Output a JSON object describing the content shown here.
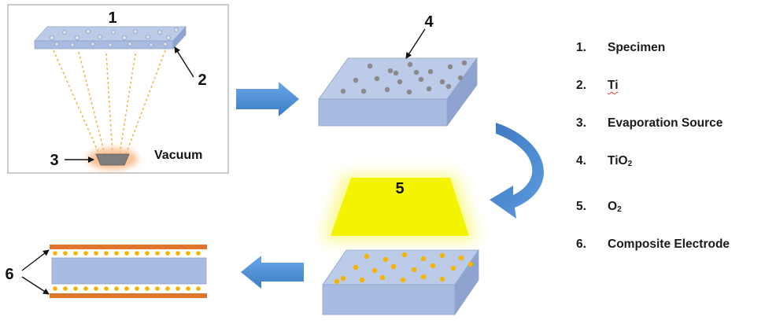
{
  "diagram": {
    "labels": {
      "n1": "1",
      "n2": "2",
      "n3": "3",
      "n4": "4",
      "n5": "5",
      "n6": "6",
      "vacuum": "Vacuum"
    }
  },
  "legend": {
    "items": [
      {
        "number": "1.",
        "text": "Specimen",
        "sub": ""
      },
      {
        "number": "2.",
        "text": "Ti",
        "sub": ""
      },
      {
        "number": "3.",
        "text": "Evaporation Source",
        "sub": ""
      },
      {
        "number": "4.",
        "text": "TiO",
        "sub": "2"
      },
      {
        "number": "5.",
        "text": "O",
        "sub": "2"
      },
      {
        "number": "6.",
        "text": "Composite Electrode",
        "sub": ""
      }
    ]
  },
  "colors": {
    "slab_top": "#bccbe8",
    "slab_front": "#a8bbe0",
    "slab_side": "#8ea3cf",
    "tio2_dot": "#8a8a8a",
    "gold_dot": "#f4b400",
    "flow_arrow": "#4a90d9",
    "beam": "#f5c06a",
    "o2_light": "#f4f400",
    "electrode_orange": "#e0762c"
  }
}
